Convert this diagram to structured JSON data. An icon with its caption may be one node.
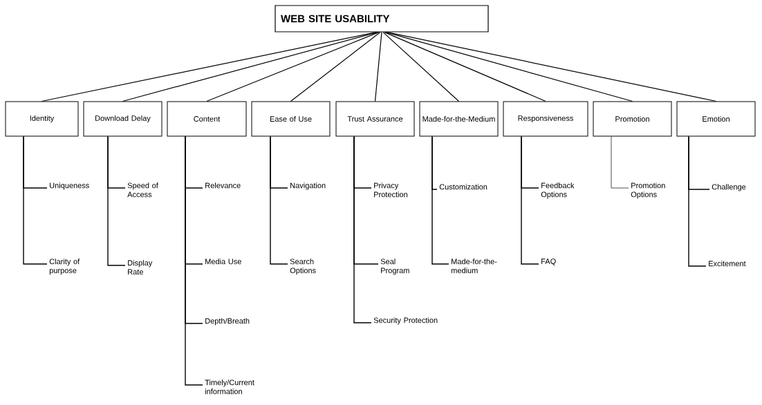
{
  "diagram": {
    "nodes": [
      {
        "text": [
          "WEB SITE USABILITY"
        ]
      },
      {
        "text": [
          "Identity"
        ]
      },
      {
        "text": [
          "Download Delay"
        ]
      },
      {
        "text": [
          "Content"
        ]
      },
      {
        "text": [
          "Ease of Use"
        ]
      },
      {
        "text": [
          "Trust Assurance"
        ]
      },
      {
        "text": [
          "Made-for-the-Medium"
        ]
      },
      {
        "text": [
          "Responsiveness"
        ]
      },
      {
        "text": [
          "Promotion"
        ]
      },
      {
        "text": [
          "Emotion"
        ]
      },
      {
        "text": [
          "Uniqueness"
        ]
      },
      {
        "text": [
          "Clarity of purpose"
        ]
      },
      {
        "text": [
          "Speed of Access"
        ]
      },
      {
        "text": [
          "Display Rate"
        ]
      },
      {
        "text": [
          "Relevance"
        ]
      },
      {
        "text": [
          "Media Use"
        ]
      },
      {
        "text": [
          "Depth/Breath"
        ]
      },
      {
        "text": [
          "Timely/Current information"
        ]
      },
      {
        "text": [
          "Navigation"
        ]
      },
      {
        "text": [
          "Search Options"
        ]
      },
      {
        "text": [
          "Privacy Protection"
        ]
      },
      {
        "text": [
          "Seal Program"
        ]
      },
      {
        "text": [
          "Security Protection"
        ]
      },
      {
        "text": [
          "Customization"
        ]
      },
      {
        "text": [
          "Made-for-the-medium"
        ]
      },
      {
        "text": [
          "Feedback Options"
        ]
      },
      {
        "text": [
          "FAQ"
        ]
      },
      {
        "text": [
          "Promotion Options"
        ]
      },
      {
        "text": [
          "Challenge"
        ]
      },
      {
        "text": [
          "Excitement"
        ]
      }
    ],
    "edges": [
      {
        "from": 0,
        "to": 1,
        "arrow": "none"
      },
      {
        "from": 0,
        "to": 2,
        "arrow": "none"
      },
      {
        "from": 0,
        "to": 3,
        "arrow": "none"
      },
      {
        "from": 0,
        "to": 4,
        "arrow": "none"
      },
      {
        "from": 0,
        "to": 5,
        "arrow": "none"
      },
      {
        "from": 0,
        "to": 6,
        "arrow": "none"
      },
      {
        "from": 0,
        "to": 7,
        "arrow": "none"
      },
      {
        "from": 0,
        "to": 8,
        "arrow": "none"
      },
      {
        "from": 0,
        "to": 9,
        "arrow": "none"
      },
      {
        "from": 1,
        "to": 10,
        "arrow": "none"
      },
      {
        "from": 1,
        "to": 11,
        "arrow": "none"
      },
      {
        "from": 2,
        "to": 12,
        "arrow": "none"
      },
      {
        "from": 2,
        "to": 13,
        "arrow": "none"
      },
      {
        "from": 3,
        "to": 14,
        "arrow": "none"
      },
      {
        "from": 3,
        "to": 15,
        "arrow": "none"
      },
      {
        "from": 3,
        "to": 16,
        "arrow": "none"
      },
      {
        "from": 3,
        "to": 17,
        "arrow": "none"
      },
      {
        "from": 4,
        "to": 18,
        "arrow": "none"
      },
      {
        "from": 4,
        "to": 19,
        "arrow": "none"
      },
      {
        "from": 5,
        "to": 20,
        "arrow": "none"
      },
      {
        "from": 5,
        "to": 21,
        "arrow": "none"
      },
      {
        "from": 5,
        "to": 22,
        "arrow": "none"
      },
      {
        "from": 6,
        "to": 23,
        "arrow": "none"
      },
      {
        "from": 6,
        "to": 24,
        "arrow": "none"
      },
      {
        "from": 7,
        "to": 25,
        "arrow": "none"
      },
      {
        "from": 7,
        "to": 26,
        "arrow": "none"
      },
      {
        "from": 8,
        "to": 27,
        "arrow": "none"
      },
      {
        "from": 9,
        "to": 28,
        "arrow": "none"
      },
      {
        "from": 9,
        "to": 29,
        "arrow": "none"
      }
    ]
  }
}
